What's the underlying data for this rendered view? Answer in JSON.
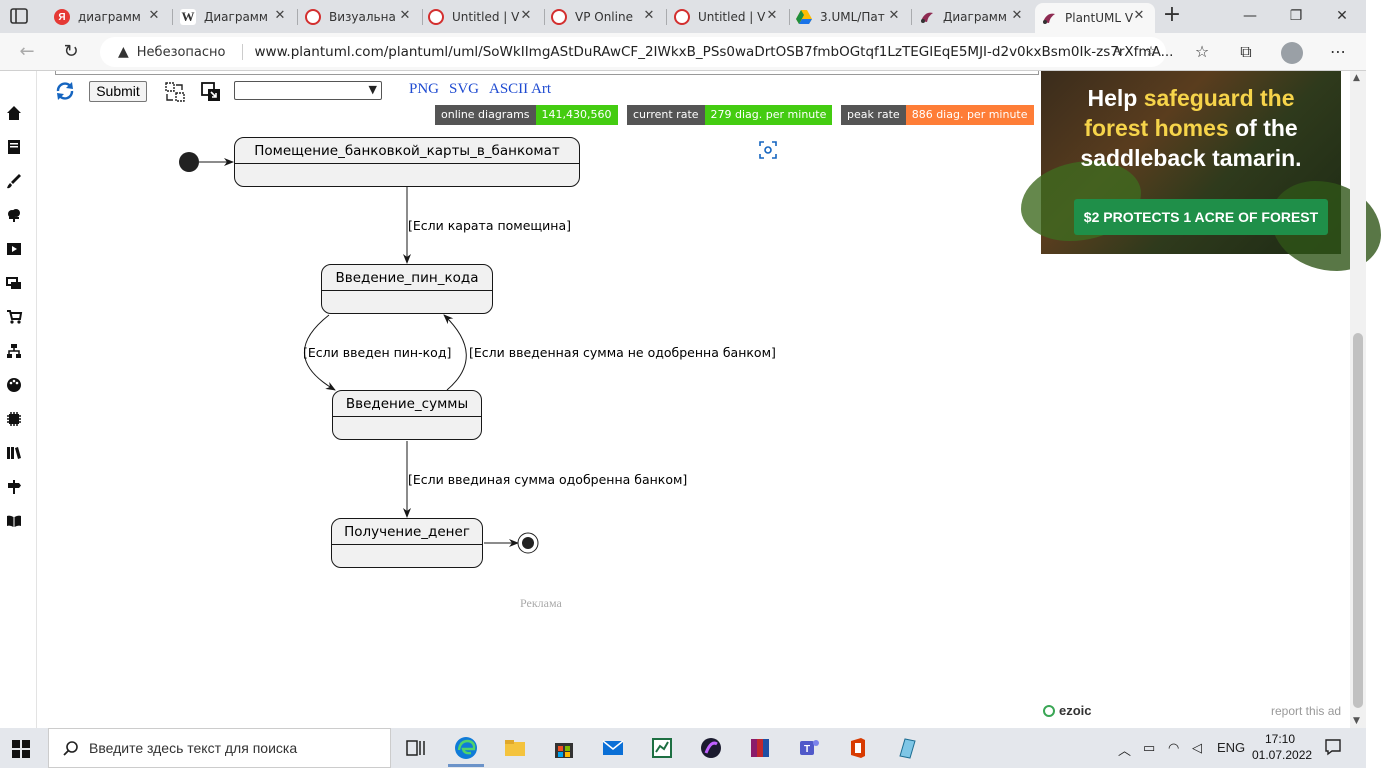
{
  "browser": {
    "tabs": [
      {
        "title": "диаграмм",
        "favicon": "yandex-icon",
        "color": "#e53935",
        "letter": "Я"
      },
      {
        "title": "Диаграмм",
        "favicon": "wikipedia-icon",
        "color": "#ffffff",
        "letter": "W"
      },
      {
        "title": "Визуальна",
        "favicon": "vp-online-icon",
        "color": "#d32f2f",
        "letter": ""
      },
      {
        "title": "Untitled | V",
        "favicon": "vp-online-icon",
        "color": "#d32f2f",
        "letter": ""
      },
      {
        "title": "VP Online",
        "favicon": "vp-online-icon",
        "color": "#d32f2f",
        "letter": ""
      },
      {
        "title": "Untitled | V",
        "favicon": "vp-online-icon",
        "color": "#d32f2f",
        "letter": ""
      },
      {
        "title": "3.UML/Пат",
        "favicon": "google-drive-icon",
        "color": "#1e88e5",
        "letter": ""
      },
      {
        "title": "Диаграмм",
        "favicon": "plantuml-icon",
        "color": "#8e2b52",
        "letter": ""
      },
      {
        "title": "PlantUML V",
        "favicon": "plantuml-icon",
        "color": "#8e2b52",
        "letter": ""
      }
    ],
    "active_tab_index": 8,
    "security_label": "Небезопасно",
    "url": "www.plantuml.com/plantuml/uml/SoWkIImgAStDuRAwCF_2IWkxB_PSs0waDrtOSB7fmbOGtqf1LzTEGIEqE5MJI-d2v0kxBsm0Ik-zs7rXfmA..."
  },
  "toolbar": {
    "submit_label": "Submit",
    "select_value": "",
    "format_links": [
      "PNG",
      "SVG",
      "ASCII Art"
    ]
  },
  "badges": [
    {
      "label": "online diagrams",
      "value": "141,430,560",
      "color": "#4c1"
    },
    {
      "label": "current rate",
      "value": "279 diag. per minute",
      "color": "#4c1"
    },
    {
      "label": "peak rate",
      "value": "886 diag. per minute",
      "color": "#fe7d37"
    }
  ],
  "diagram": {
    "states": [
      {
        "name": "Помещение_банковкой_карты_в_банкомат"
      },
      {
        "name": "Введение_пин_кода"
      },
      {
        "name": "Введение_суммы"
      },
      {
        "name": "Получение_денег"
      }
    ],
    "transitions": [
      {
        "label": "[Если карата помещина]"
      },
      {
        "label": "[Если введен пин-код]"
      },
      {
        "label": "[Если введенная сумма не одобренна банком]"
      },
      {
        "label": "[Если введиная сумма одобренна банком]"
      }
    ]
  },
  "ad_label": "Реклама",
  "ad": {
    "headline_white_1": "Help ",
    "headline_yellow_1": "safeguard the",
    "headline_yellow_2": "forest homes",
    "headline_white_2": " of the",
    "headline_white_3": "saddleback tamarin.",
    "cta": "$2 PROTECTS 1 ACRE OF FOREST",
    "ezoic": "ezoic",
    "report": "report this ad"
  },
  "taskbar": {
    "search_placeholder": "Введите здесь текст для поиска",
    "language": "ENG",
    "time": "17:10",
    "date": "01.07.2022"
  }
}
